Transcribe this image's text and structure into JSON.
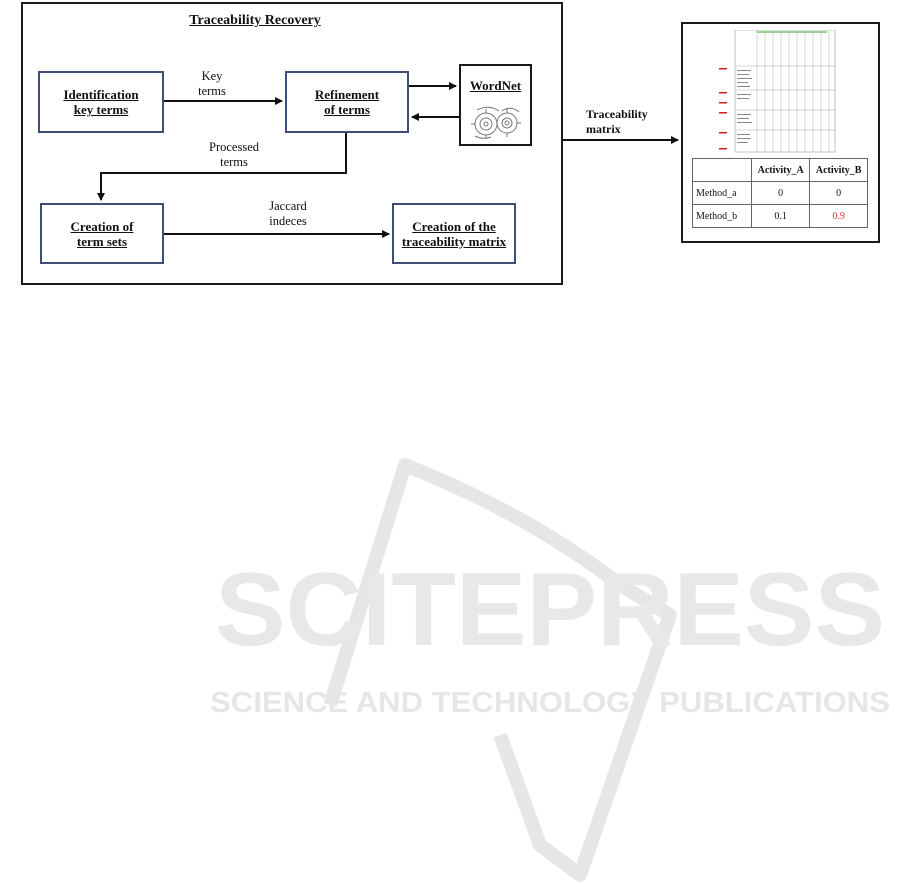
{
  "diagram": {
    "title": "Traceability Recovery",
    "boxes": {
      "identification": [
        "Identification",
        "key terms"
      ],
      "refinement": [
        "Refinement",
        "of terms"
      ],
      "wordnet": "WordNet",
      "term_sets": [
        "Creation of",
        "term sets"
      ],
      "matrix_creation": [
        "Creation of the",
        "traceability matrix"
      ]
    },
    "edge_labels": {
      "key_terms": [
        "Key",
        "terms"
      ],
      "processed_terms": [
        "Processed",
        "terms"
      ],
      "jaccard": [
        "Jaccard",
        "indeces"
      ],
      "traceability_matrix": [
        "Traceability",
        "matrix"
      ]
    }
  },
  "matrix_table": {
    "columns": [
      "",
      "Activity_A",
      "Activity_B"
    ],
    "rows": [
      {
        "label": "Method_a",
        "values": [
          "0",
          "0"
        ]
      },
      {
        "label": "Method_b",
        "values": [
          "0.1",
          "0.9"
        ]
      }
    ],
    "highlight_color": "#e03020"
  },
  "watermark": {
    "line1": "SCITEPRESS",
    "line2": "SCIENCE AND TECHNOLOGY PUBLICATIONS"
  }
}
